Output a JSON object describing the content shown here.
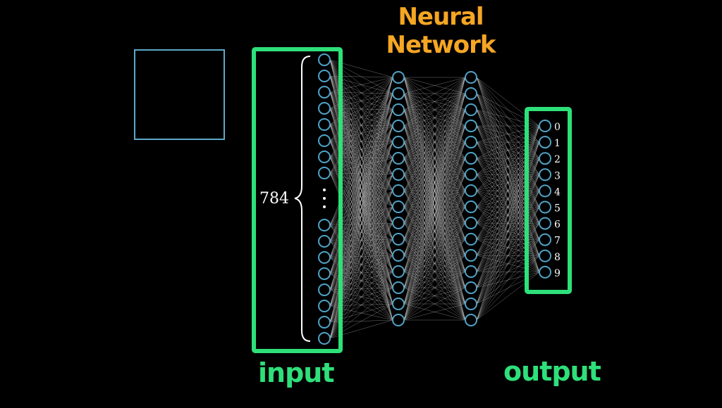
{
  "title": {
    "line1": "Neural",
    "line2": "Network"
  },
  "input_label": "input",
  "output_label": "output",
  "input_count": "784",
  "output_digits": [
    "0",
    "1",
    "2",
    "3",
    "4",
    "5",
    "6",
    "7",
    "8",
    "9"
  ],
  "colors": {
    "accent_green": "#2ee07a",
    "title_orange": "#f5a623",
    "neuron_stroke": "#4fa3c7",
    "image_box": "#5da9c9"
  }
}
